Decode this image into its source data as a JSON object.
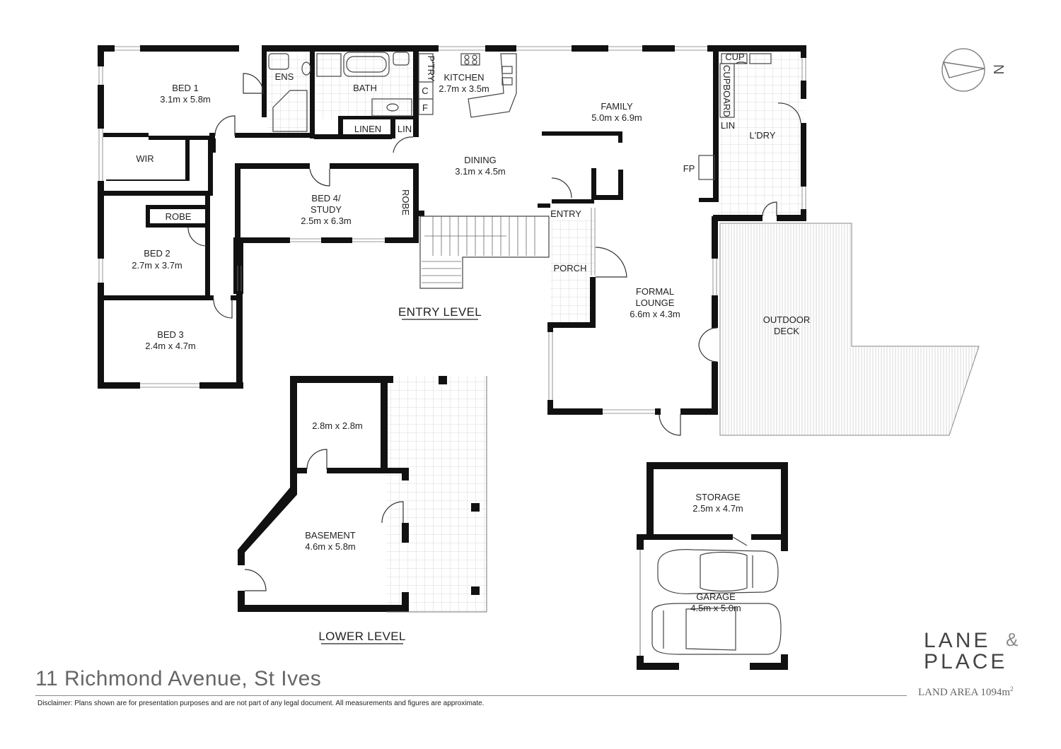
{
  "rooms": {
    "bed1": {
      "name": "BED 1",
      "dim": "3.1m x 5.8m"
    },
    "ens": "ENS",
    "bath": "BATH",
    "linen": "LINEN",
    "lin1": "LIN",
    "ptry": "P'TRY",
    "c": "C",
    "f": "F",
    "kitchen": {
      "name": "KITCHEN",
      "dim": "2.7m x 3.5m"
    },
    "family": {
      "name": "FAMILY",
      "dim": "5.0m x 6.9m"
    },
    "cup": "CUP",
    "cupboard": "CUPBOARD",
    "lin2": "LIN",
    "ldry": "L'DRY",
    "wir": "WIR",
    "dining": {
      "name": "DINING",
      "dim": "3.1m x 4.5m"
    },
    "fp": "FP",
    "bed4": {
      "name1": "BED 4/",
      "name2": "STUDY",
      "dim": "2.5m x 6.3m"
    },
    "robe1": "ROBE",
    "robe2": "ROBE",
    "entry": "ENTRY",
    "bed2": {
      "name": "BED 2",
      "dim": "2.7m x 3.7m"
    },
    "porch": "PORCH",
    "lounge": {
      "name1": "FORMAL",
      "name2": "LOUNGE",
      "dim": "6.6m x 4.3m"
    },
    "deck": {
      "name1": "OUTDOOR",
      "name2": "DECK"
    },
    "bed3": {
      "name": "BED 3",
      "dim": "2.4m x 4.7m"
    },
    "lower_room": {
      "dim": "2.8m x 2.8m"
    },
    "basement": {
      "name": "BASEMENT",
      "dim": "4.6m x 5.8m"
    },
    "storage": {
      "name": "STORAGE",
      "dim": "2.5m x 4.7m"
    },
    "garage": {
      "name": "GARAGE",
      "dim": "4.5m x 5.0m"
    }
  },
  "levels": {
    "entry": "ENTRY LEVEL",
    "lower": "LOWER LEVEL"
  },
  "compass": {
    "label": "N",
    "icon": "north-arrow-icon"
  },
  "footer": {
    "address": "11 Richmond Avenue, St Ives",
    "disclaimer": "Disclaimer: Plans shown are for presentation purposes and are not part of any legal document. All measurements and figures are approximate.",
    "brand_line1": "LANE",
    "brand_amp": "&",
    "brand_line2": "PLACE",
    "land_area": "LAND AREA 1094m",
    "land_area_sup": "2"
  },
  "colors": {
    "wall": "#111111",
    "text": "#222222",
    "muted": "#666666"
  }
}
